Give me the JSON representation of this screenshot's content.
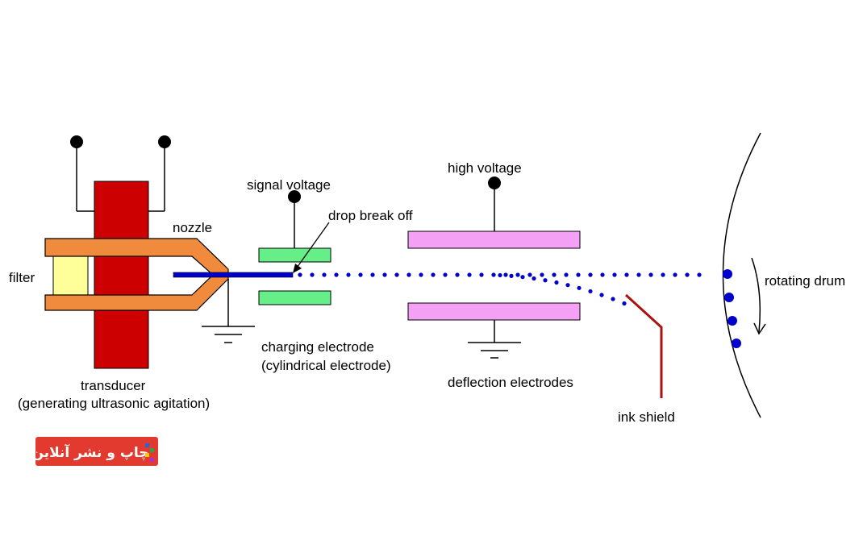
{
  "labels": {
    "filter": "filter",
    "nozzle": "nozzle",
    "transducer": "transducer",
    "transducer_note": "(generating ultrasonic agitation)",
    "signal_voltage": "signal voltage",
    "drop_break_off": "drop break off",
    "charging_electrode": "charging electrode",
    "charging_electrode_note": "(cylindrical electrode)",
    "high_voltage": "high voltage",
    "deflection_electrodes": "deflection electrodes",
    "ink_shield": "ink shield",
    "rotating_drum": "rotating drum"
  },
  "watermark": {
    "text": "چاپ و نشر آنلاین"
  },
  "colors": {
    "transducer": "#cc0000",
    "nozzle": "#f08a3c",
    "filter": "#ffff99",
    "charging_electrode": "#66ee88",
    "deflection_electrode": "#f4a0f4",
    "ink_jet": "#0000cc",
    "ink_shield": "#aa1111",
    "watermark_bg": "#e23a2e"
  }
}
